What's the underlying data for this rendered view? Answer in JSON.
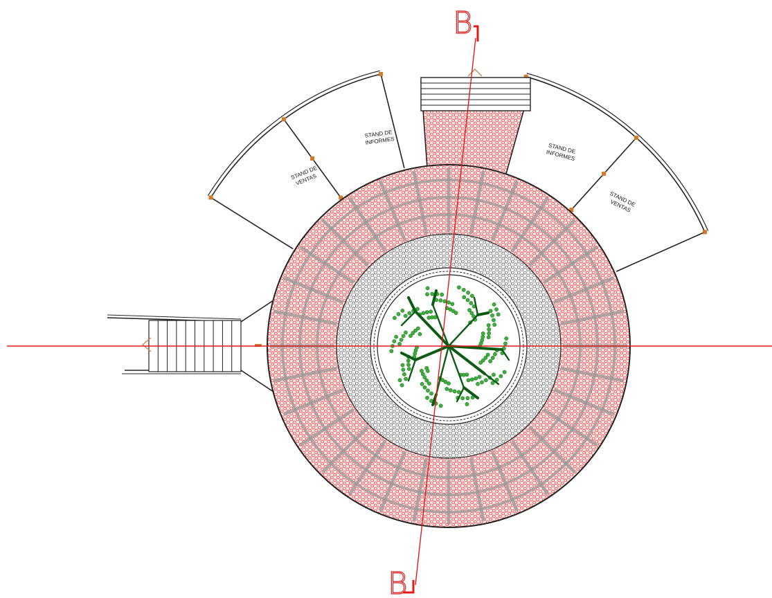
{
  "section_mark_top": "B",
  "section_mark_bottom": "B",
  "stands": [
    {
      "line1": "STAND DE",
      "line2": "VENTAS"
    },
    {
      "line1": "STAND DE",
      "line2": "INFORMES"
    },
    {
      "line1": "STAND DE",
      "line2": "INFORMES"
    },
    {
      "line1": "STAND DE",
      "line2": "VENTAS"
    }
  ],
  "colors": {
    "red_paving": "#e11b1b",
    "red_fill": "#fde4e4",
    "grey_paving": "#8a8a8a",
    "grid_grey": "#9a9a9a",
    "tree_trunk": "#0b5b14",
    "tree_leaves": "#3fae3f",
    "columns": "#d07a2a",
    "arrows": "#c48a5a",
    "lines": "#222222"
  }
}
